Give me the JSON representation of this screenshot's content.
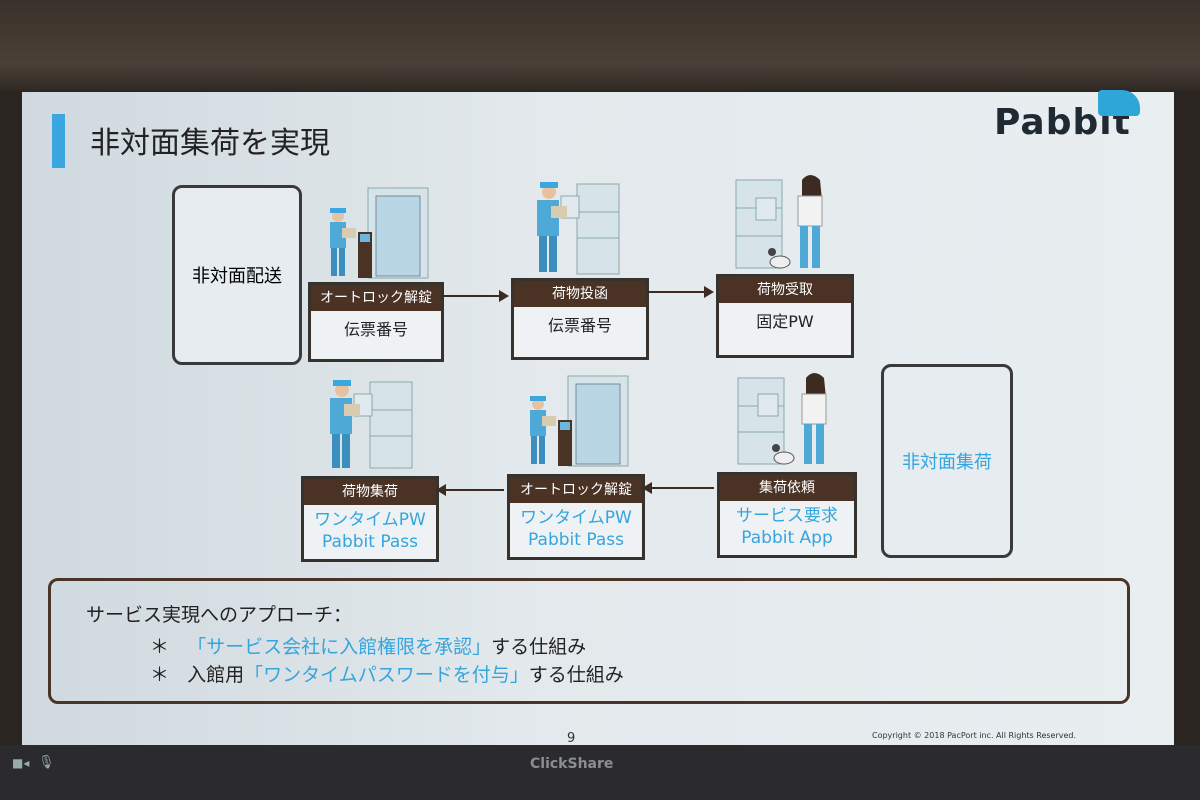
{
  "slide": {
    "title": "非対面集荷を実現",
    "logo": "Pabbit",
    "page_number": "9",
    "copyright": "Copyright © 2018 PacPort inc. All Rights Reserved."
  },
  "delivery_flow": {
    "label": "非対面配送",
    "steps": [
      {
        "header": "オートロック解錠",
        "body": [
          "伝票番号"
        ]
      },
      {
        "header": "荷物投函",
        "body": [
          "伝票番号"
        ]
      },
      {
        "header": "荷物受取",
        "body": [
          "固定PW"
        ]
      }
    ]
  },
  "pickup_flow": {
    "label": "非対面集荷",
    "steps": [
      {
        "header": "荷物集荷",
        "body": [
          "ワンタイムPW",
          "Pabbit Pass"
        ]
      },
      {
        "header": "オートロック解錠",
        "body": [
          "ワンタイムPW",
          "Pabbit Pass"
        ]
      },
      {
        "header": "集荷依頼",
        "body": [
          "サービス要求",
          "Pabbit App"
        ]
      }
    ]
  },
  "approach": {
    "heading": "サービス実現へのアプローチ：",
    "items": [
      {
        "bullet": "＊",
        "prefix": "",
        "highlight": "「サービス会社に入館権限を承認」",
        "suffix": "する仕組み"
      },
      {
        "bullet": "＊",
        "prefix": "入館用",
        "highlight": "「ワンタイムパスワードを付与」",
        "suffix": "する仕組み"
      }
    ]
  },
  "system_bar": {
    "app_name": "ClickShare",
    "camera_icon": "■◂",
    "mic_icon": "🎙"
  },
  "colors": {
    "accent": "#3aa7e0",
    "header_brown": "#4a3225",
    "highlight_blue": "#35a5de"
  }
}
